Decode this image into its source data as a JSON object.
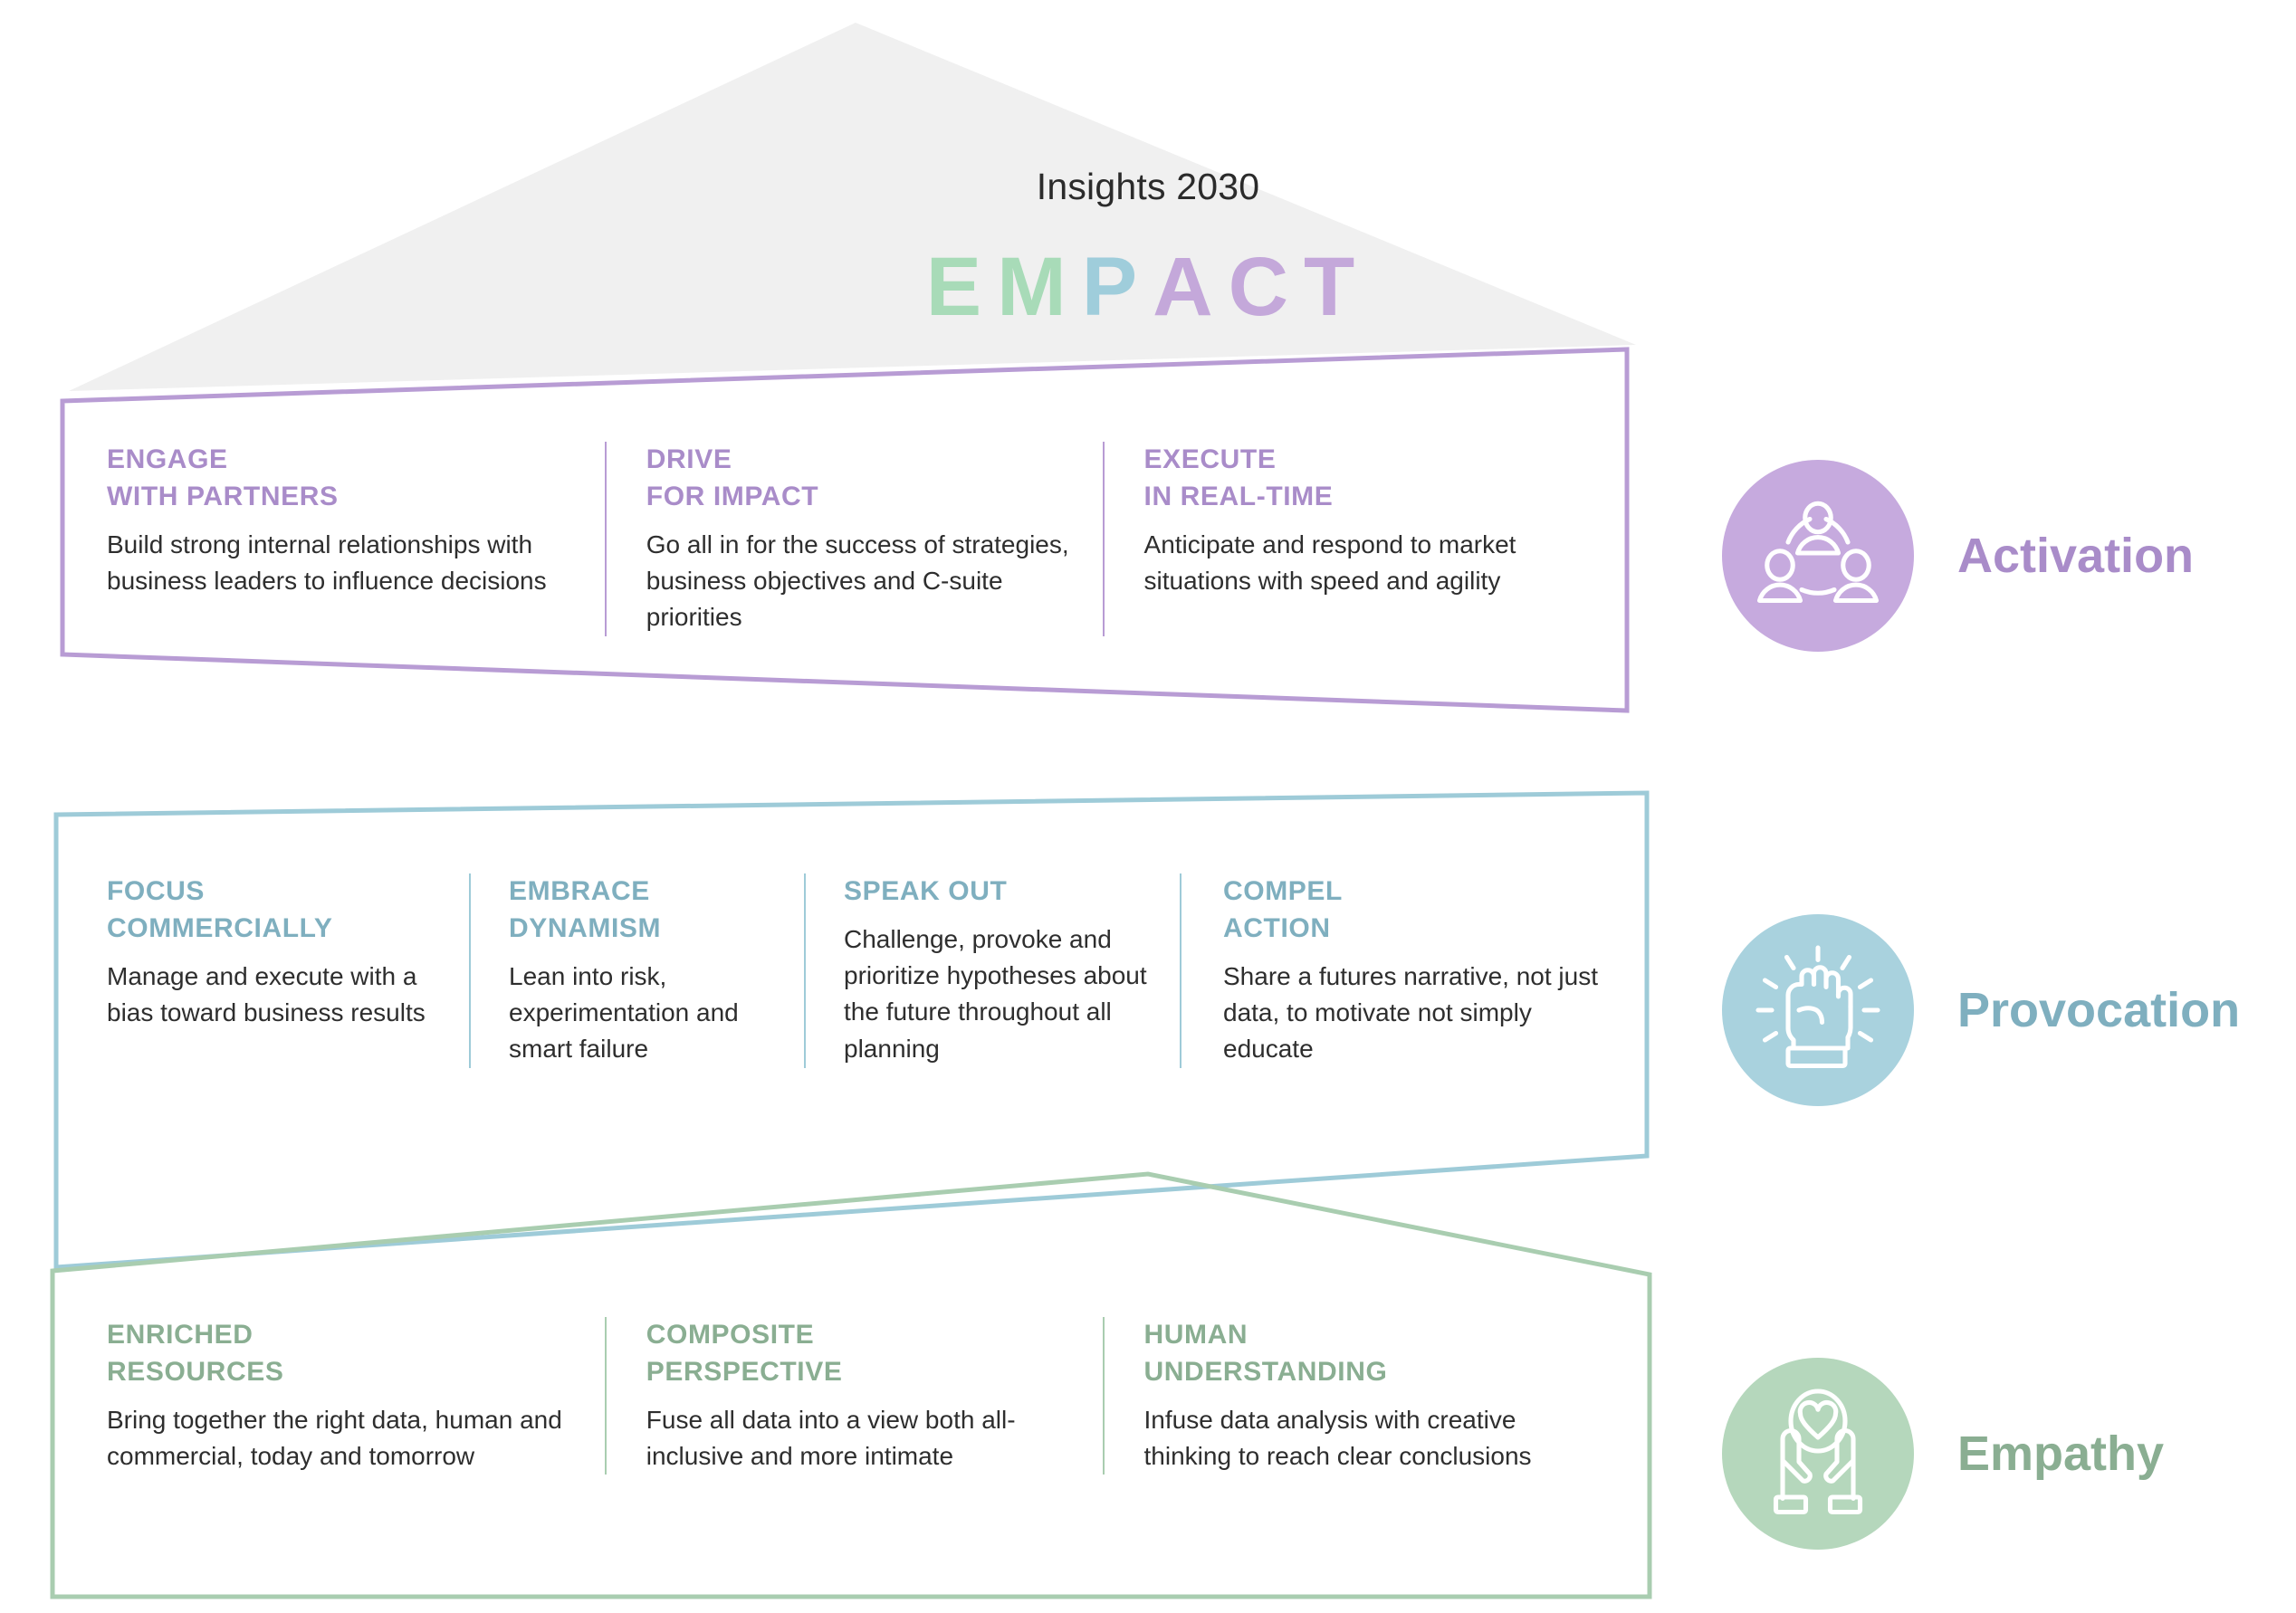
{
  "roof": {
    "title": "Insights 2030",
    "wordmark": [
      {
        "ch": "E",
        "color": "#a8dbb8"
      },
      {
        "ch": "M",
        "color": "#a8dbb8"
      },
      {
        "ch": "P",
        "color": "#9fcddb"
      },
      {
        "ch": "A",
        "color": "#c4a8da"
      },
      {
        "ch": "C",
        "color": "#c4a8da"
      },
      {
        "ch": "T",
        "color": "#c4a8da"
      }
    ],
    "fill": "#f0f0f0"
  },
  "bands": [
    {
      "id": "activation",
      "accent": "#b89cd4",
      "heading_color": "#a98cc9",
      "badge_fill": "#c6aade",
      "pillar_label": "Activation",
      "icon": "people-network-icon",
      "columns": [
        {
          "title_line1": "ENGAGE",
          "title_line2": "WITH PARTNERS",
          "description": "Build strong internal relationships with business leaders to influence decisions"
        },
        {
          "title_line1": "DRIVE",
          "title_line2": "FOR IMPACT",
          "description": "Go all in for the success of strategies, business objectives and C-suite priorities"
        },
        {
          "title_line1": "EXECUTE",
          "title_line2": "IN REAL-TIME",
          "description": "Anticipate and respond to market situations with speed and agility"
        }
      ]
    },
    {
      "id": "provocation",
      "accent": "#9ecbd8",
      "heading_color": "#7fafbf",
      "badge_fill": "#a9d2de",
      "pillar_label": "Provocation",
      "icon": "raised-fist-icon",
      "columns": [
        {
          "title_line1": "FOCUS",
          "title_line2": "COMMERCIALLY",
          "description": "Manage and execute with a bias toward business results"
        },
        {
          "title_line1": "EMBRACE",
          "title_line2": "DYNAMISM",
          "description": "Lean into risk, experimentation and smart failure"
        },
        {
          "title_line1": "SPEAK OUT",
          "title_line2": "",
          "description": "Challenge, provoke and prioritize hypotheses about the future throughout all planning"
        },
        {
          "title_line1": "COMPEL",
          "title_line2": "ACTION",
          "description": "Share a futures narrative, not just data, to motivate not simply educate"
        }
      ]
    },
    {
      "id": "empathy",
      "accent": "#a9cdb0",
      "heading_color": "#8aae92",
      "badge_fill": "#b5d7bc",
      "pillar_label": "Empathy",
      "icon": "hands-heart-icon",
      "columns": [
        {
          "title_line1": "ENRICHED",
          "title_line2": "RESOURCES",
          "description": "Bring together the right data, human and commercial, today and tomorrow"
        },
        {
          "title_line1": "COMPOSITE",
          "title_line2": "PERSPECTIVE",
          "description": "Fuse all data into a view both all-inclusive and more intimate"
        },
        {
          "title_line1": "HUMAN",
          "title_line2": "UNDERSTANDING",
          "description": "Infuse data analysis with creative thinking to reach clear conclusions"
        }
      ]
    }
  ]
}
